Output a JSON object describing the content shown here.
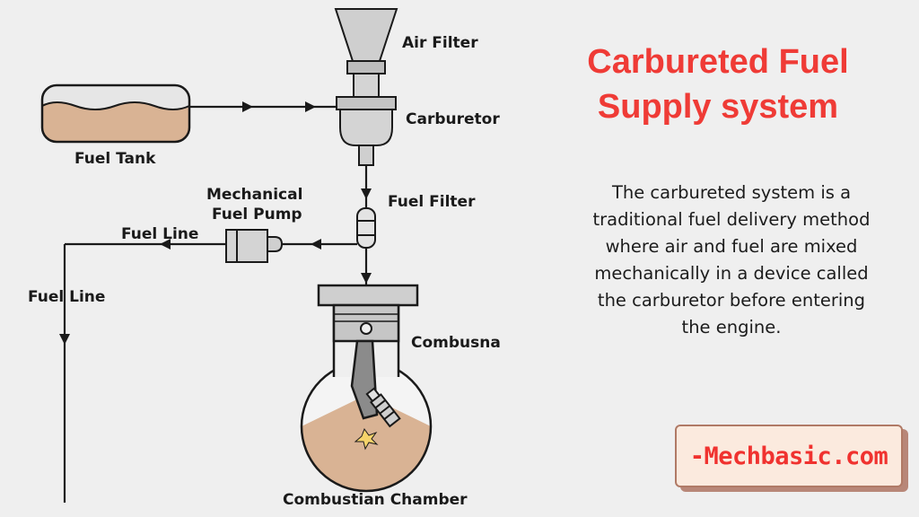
{
  "title": {
    "line1": "Carbureted Fuel",
    "line2": "Supply system"
  },
  "description": {
    "lines": [
      "The carbureted system is a",
      "traditional fuel delivery method",
      "where air and fuel are mixed",
      "mechanically in a device called",
      "the carburetor before entering",
      "the engine."
    ]
  },
  "labels": {
    "air_filter": "Air Filter",
    "carburetor": "Carburetor",
    "fuel_tank": "Fuel Tank",
    "fuel_filter": "Fuel Filter",
    "pump_line1": "Mechanical",
    "pump_line2": "Fuel Pump",
    "fuel_line_top": "Fuel Line",
    "fuel_line_left": "Fuel Line",
    "combustion_side": "Combusnа",
    "combustion_chamber": "Combustian Chamber"
  },
  "brand": "-Mechbasic.com",
  "colors": {
    "title": "#ef3b36",
    "brand_text": "#f0322f",
    "brand_bg": "#fbeade",
    "fuel": "#d9b394",
    "metal": "#c8c8c8",
    "background": "#efefef"
  }
}
